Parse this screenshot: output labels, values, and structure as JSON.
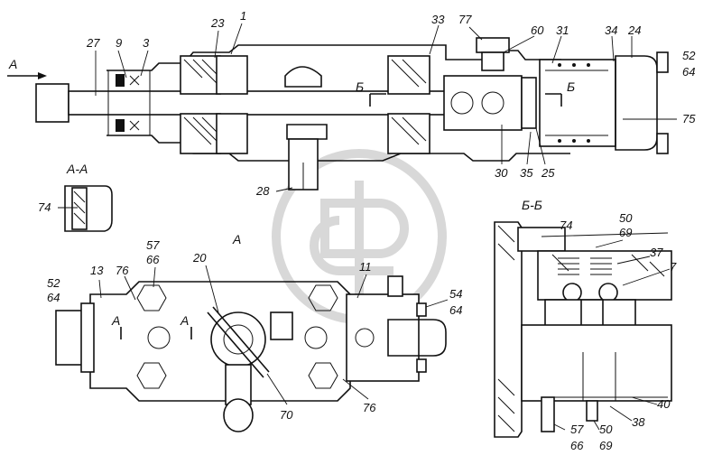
{
  "watermark_color": "#d8d8d8",
  "line_color": "#111111",
  "section_titles": {
    "view_a_arrow": "А",
    "view_a": "А",
    "section_aa": "А-А",
    "section_bb": "Б-Б",
    "cut_b_left": "Б",
    "cut_b_right": "Б",
    "cut_a_top": "А",
    "cut_a_bottom": "А"
  },
  "callouts": {
    "top": [
      "27",
      "9",
      "3",
      "23",
      "1",
      "33",
      "77",
      "60",
      "31",
      "34",
      "24",
      "52",
      "64",
      "75",
      "30",
      "35",
      "25",
      "28"
    ],
    "aa": [
      "74"
    ],
    "view_a": [
      "57",
      "66",
      "52",
      "64",
      "13",
      "76",
      "20",
      "11",
      "54",
      "64",
      "70",
      "76"
    ],
    "bb": [
      "74",
      "50",
      "69",
      "37",
      "7",
      "40",
      "38",
      "57",
      "66",
      "50",
      "69"
    ]
  }
}
